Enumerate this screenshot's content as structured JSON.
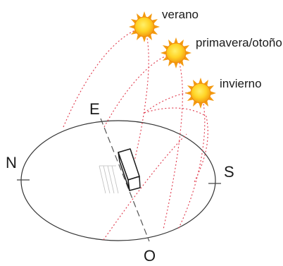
{
  "labels": {
    "north": "N",
    "east": "E",
    "south": "S",
    "west": "O"
  },
  "seasons": {
    "summer": "verano",
    "equinox": "primavera/otoño",
    "winter": "invierno"
  },
  "icons": {
    "sun": "sun-icon",
    "building": "building-icon"
  },
  "colors": {
    "path": "#e0384b",
    "sun_outer": "#f39a10",
    "sun_inner": "#ffd426",
    "ellipse": "#333333",
    "axis": "#555555"
  }
}
